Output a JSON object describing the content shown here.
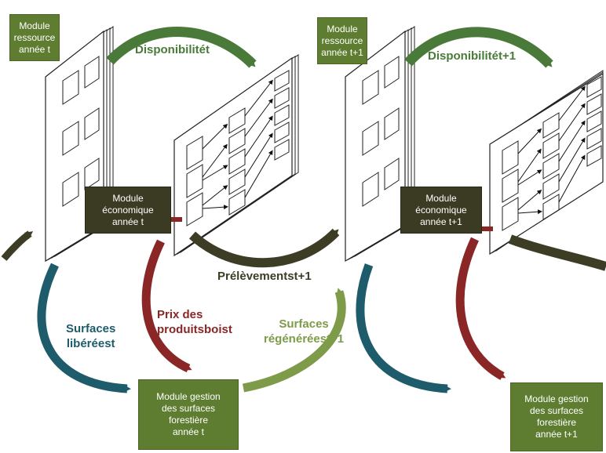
{
  "colors": {
    "dark_arrow": "#3d3c24",
    "green_arrow": "#4a7a3a",
    "teal_arrow": "#1e5c6b",
    "red_arrow": "#8a2626",
    "olive_arrow": "#7e9b49",
    "dark_box": "#3b3a22",
    "green_box": "#5e7d31"
  },
  "boxes": {
    "ressource_t": "Module\nressource\nannée t",
    "ressource_t1": "Module\nressource\nannée t+1",
    "economique_t": "Module\néconomique\nannée t",
    "economique_t1": "Module\néconomique\nannée t+1",
    "gestion_t": "Module gestion\ndes surfaces\nforestière\nannée t",
    "gestion_t1": "Module gestion\ndes surfaces\nforestière\nannée t+1"
  },
  "labels": {
    "disponibilite_t": "Disponibilitét",
    "disponibilite_t1": "Disponibilitét+1",
    "prelevements_t1": "Prélèvementst+1",
    "surfaces_liberees": "Surfaces\nlibéréest",
    "prix_produits": "Prix des\nproduitsboist",
    "surfaces_regenerees": "Surfaces\nrégénéréest+1"
  }
}
